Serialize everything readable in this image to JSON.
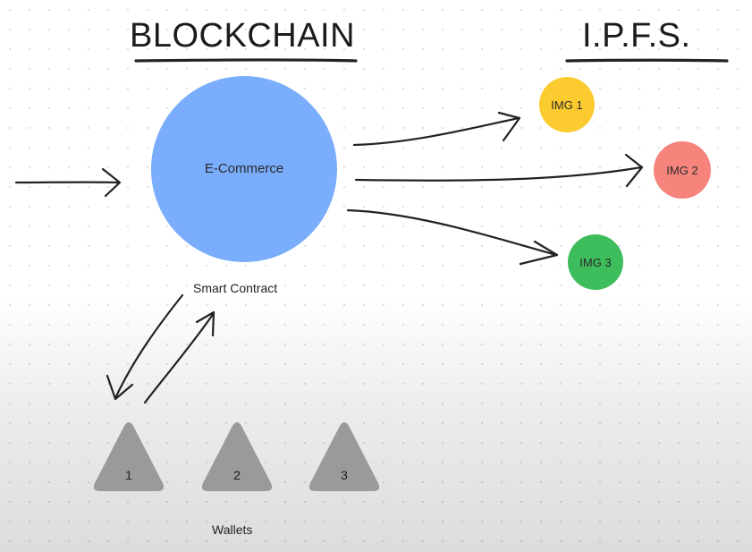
{
  "headings": {
    "blockchain": "BLOCKCHAIN",
    "ipfs": "I.P.F.S."
  },
  "nodes": {
    "ecommerce": {
      "label": "E-Commerce",
      "color": "#7aadfb"
    },
    "img1": {
      "label": "IMG 1",
      "color": "#fbcb2f"
    },
    "img2": {
      "label": "IMG 2",
      "color": "#f6847c"
    },
    "img3": {
      "label": "IMG 3",
      "color": "#3dbd5b"
    }
  },
  "labels": {
    "smart_contract": "Smart Contract",
    "wallets": "Wallets"
  },
  "wallets": [
    {
      "label": "1",
      "color": "#9a9a9a"
    },
    {
      "label": "2",
      "color": "#9a9a9a"
    },
    {
      "label": "3",
      "color": "#9a9a9a"
    }
  ],
  "colors": {
    "ink": "#222222"
  }
}
